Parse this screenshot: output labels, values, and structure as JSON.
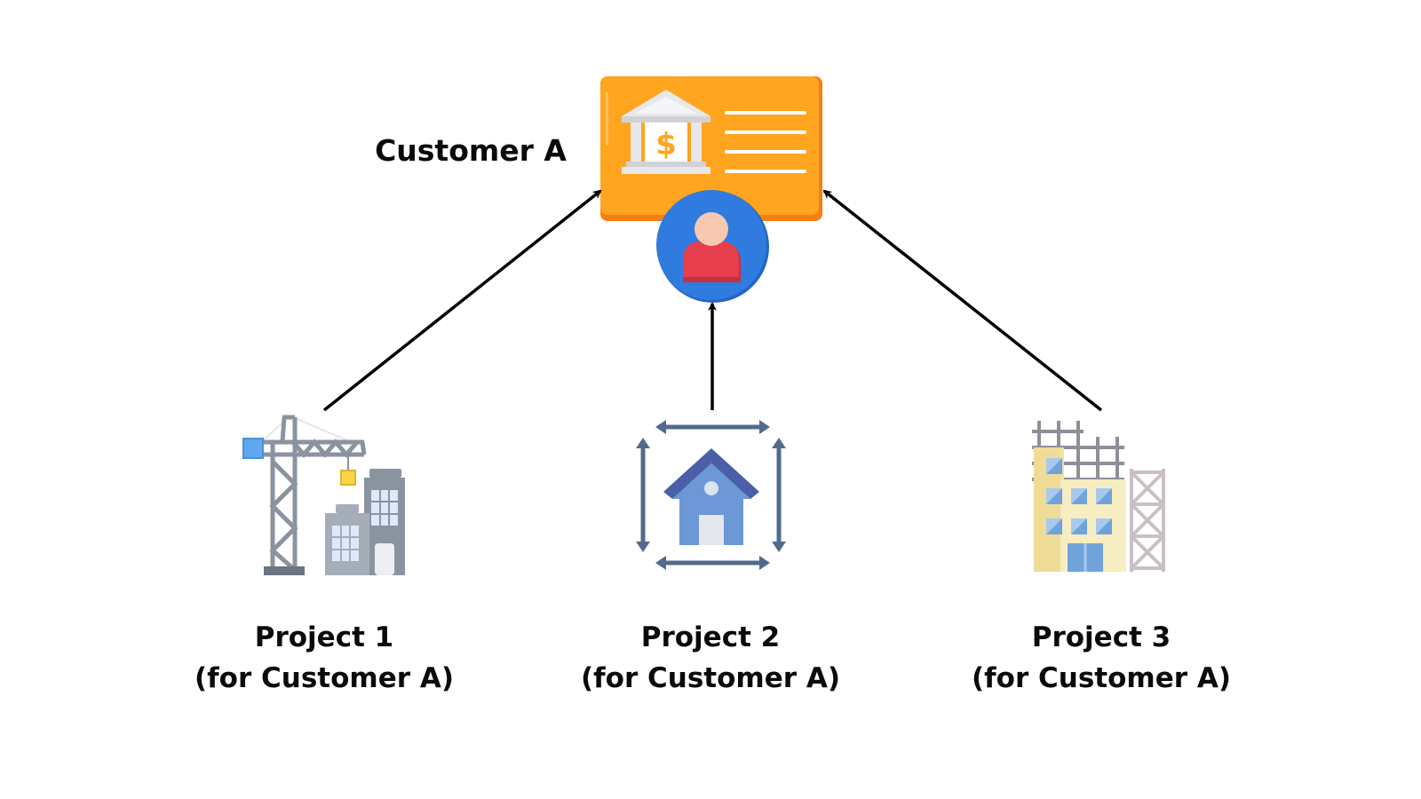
{
  "customer": {
    "label": "Customer A"
  },
  "projects": [
    {
      "title": "Project 1",
      "subtitle": "(for Customer A)",
      "icon": "construction-crane-icon"
    },
    {
      "title": "Project 2",
      "subtitle": "(for Customer A)",
      "icon": "house-plan-icon"
    },
    {
      "title": "Project 3",
      "subtitle": "(for Customer A)",
      "icon": "building-scaffold-icon"
    }
  ],
  "icons": {
    "customer_card": "bank-card-icon",
    "customer_avatar": "user-avatar-icon"
  },
  "colors": {
    "card_orange": "#FFA51F",
    "card_orange_dark": "#F57F17",
    "avatar_blue": "#2F7BE0",
    "avatar_body": "#E63E4C",
    "arrow": "#000000"
  }
}
